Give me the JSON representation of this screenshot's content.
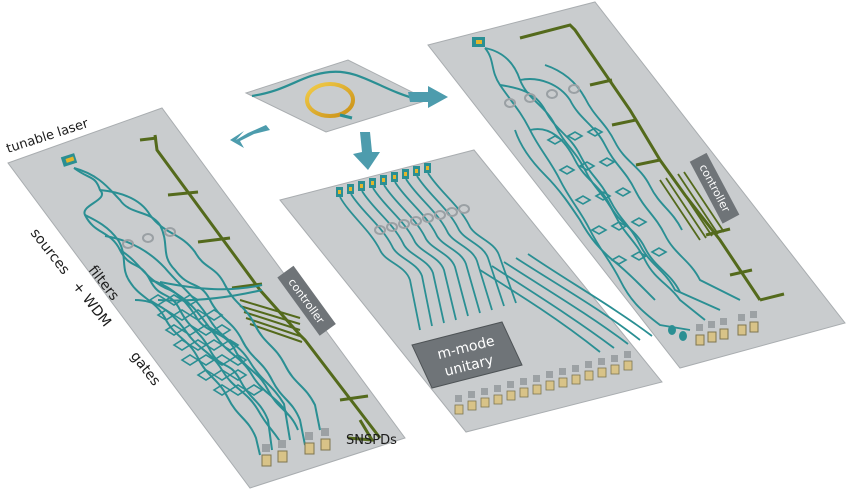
{
  "labels": {
    "tunable_laser": "tunable laser",
    "sources": "sources",
    "filters": "filters",
    "wdm": "+ WDM",
    "gates": "gates",
    "snspds": "SNSPDs",
    "controller_left": "controller",
    "controller_right": "controller",
    "unitary_line1": "m-mode",
    "unitary_line2": "unitary"
  },
  "colors": {
    "background": "#ffffff",
    "chip": "#c9ccce",
    "chip_edge": "#a9adb0",
    "waveguide": "#2a8f93",
    "electrode": "#546a1c",
    "arrow": "#4d9cad",
    "ring_gold": "#e3b52c",
    "controller": "#6f7478",
    "pad": "#d8c388"
  },
  "icons": {
    "flow_arrows": "arrow-icon",
    "ring_resonator": "ring-resonator-icon",
    "detector": "detector-pad-icon"
  }
}
